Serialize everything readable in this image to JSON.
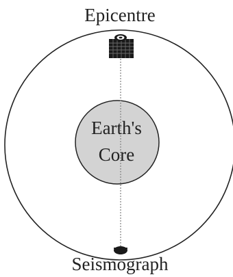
{
  "labels": {
    "epicentre": "Epicentre",
    "core_line1": "Earth's",
    "core_line2": "Core",
    "seismograph": "Seismograph"
  },
  "icons": {
    "epicentre_marker": "building-icon",
    "seismograph_marker": "seismograph-dot-icon"
  },
  "colors": {
    "outline": "#222222",
    "core_fill": "#d3d3d3",
    "wave_path": "#888888",
    "marker": "#1a1a1a"
  }
}
